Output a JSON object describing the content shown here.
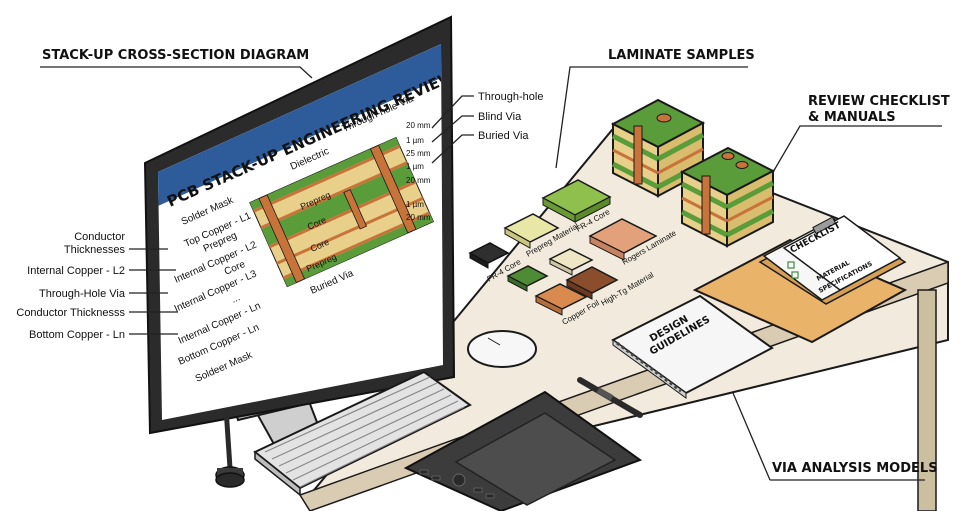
{
  "callouts": {
    "stackup_diagram": "STACK-UP CROSS-SECTION DIAGRAM",
    "laminate_samples": "LAMINATE SAMPLES",
    "review_checklist_line1": "REVIEW CHECKLIST",
    "review_checklist_line2": "& MANUALS",
    "via_models": "VIA ANALYSIS MODELS"
  },
  "screen": {
    "title": "PCB STACK-UP ENGINEERING REVIEW & ANALYSIS",
    "layers_left": [
      "Solder Mask",
      "Top Copper - L1",
      "Prepreg",
      "Internal Copper - L2",
      "Core",
      "Internal Copper - L3",
      "...",
      "Internal Copper - Ln",
      "Bottom Copper - Ln",
      "Soldeer Mask"
    ],
    "layers_inner": [
      "Prepreg",
      "Core",
      "Core",
      "Prepreg"
    ],
    "dielectric": "Dielectric",
    "through_hole_via": "Through-hole Via",
    "buried_via": "Buried Via",
    "dims": [
      "20 mm",
      "1 µm",
      "25 mm",
      "1 µm",
      "20 mm",
      "1 µm",
      "20 mm"
    ]
  },
  "left_annotations": [
    "Conductor",
    "Thicknesses",
    "Internal Copper - L2",
    "Through-Hole Via",
    "Conductor Thicknesss",
    "Bottom Copper - Ln"
  ],
  "right_annotations": [
    "Through-hole",
    "Blind Via",
    "Buried Via"
  ],
  "samples": [
    "FR-4 Core",
    "Prepreg Material",
    "FR-4 Core",
    "Rogers Laminate",
    "High-Tg Material",
    "Copper Foil"
  ],
  "booklet": {
    "line1": "DESIGN",
    "line2": "GUIDELINES"
  },
  "checklist": {
    "title": "CHECKLIST",
    "sub1": "MATERIAL",
    "sub2": "SPECIFICATIONS"
  },
  "colors": {
    "pcb_green": "#5a9b3a",
    "copper": "#c8733a",
    "laminate": "#e8d08a",
    "screen_title": "#2e5c9a",
    "desk": "#f2ebdd",
    "device": "#3c3c3c"
  }
}
